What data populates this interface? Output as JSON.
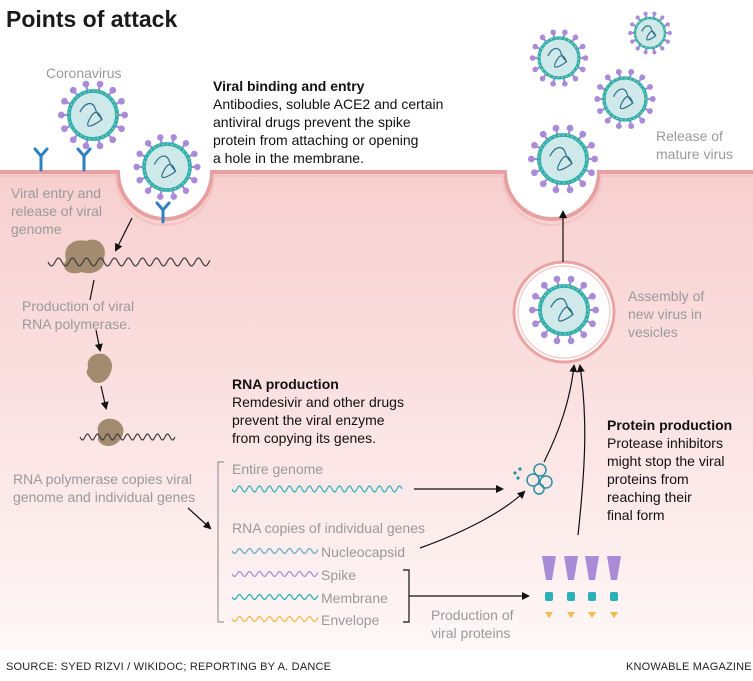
{
  "title": "Points of attack",
  "labels": {
    "coronavirus": "Coronavirus",
    "viral_entry": "Viral entry and release of viral genome",
    "viral_entry_lines": [
      "Viral entry and",
      "release of viral",
      "genome"
    ],
    "production_polymerase_lines": [
      "Production of viral",
      "RNA polymerase."
    ],
    "polymerase_copies_lines": [
      "RNA polymerase copies viral",
      "genome and individual genes"
    ],
    "entire_genome": "Entire genome",
    "rna_copies": "RNA copies of individual genes",
    "nucleocapsid": "Nucleocapsid",
    "spike": "Spike",
    "membrane": "Membrane",
    "envelope": "Envelope",
    "production_proteins_lines": [
      "Production of",
      "viral proteins"
    ],
    "assembly_lines": [
      "Assembly of",
      "new virus in",
      "vesicles"
    ],
    "release_lines": [
      "Release of",
      "mature virus"
    ]
  },
  "callouts": {
    "binding": {
      "heading": "Viral binding and entry",
      "body_lines": [
        "Antibodies, soluble ACE2 and certain",
        "antiviral drugs prevent the spike",
        "protein from attaching or opening",
        "a hole in the membrane."
      ]
    },
    "rna": {
      "heading": "RNA production",
      "body_lines": [
        "Remdesivir and other drugs",
        "prevent the viral enzyme",
        "from copying its genes."
      ]
    },
    "protein": {
      "heading": "Protein production",
      "body_lines": [
        "Protease inhibitors",
        "might stop the viral",
        "proteins from",
        "reaching their",
        "final form"
      ]
    }
  },
  "footer": {
    "source": "SOURCE: SYED RIZVI / WIKIDOC; REPORTING BY A. DANCE",
    "publisher": "KNOWABLE MAGAZINE"
  },
  "colors": {
    "cell_fill_top": "#f9d4d4",
    "cell_fill_bottom": "#fdf3f3",
    "membrane": "#e9a3a3",
    "virus_spike": "#a98bd8",
    "virus_core": "#cfe9ea",
    "virus_ring": "#2ab0b8",
    "polymerase": "#a38b6f",
    "receptor": "#2f7fc4",
    "nucleocapsid_wave": "#6aa9c9",
    "spike_wave": "#a98bd8",
    "membrane_wave": "#2ab0b8",
    "envelope_wave": "#f2b84d",
    "text_grey": "#9a9a9a"
  }
}
